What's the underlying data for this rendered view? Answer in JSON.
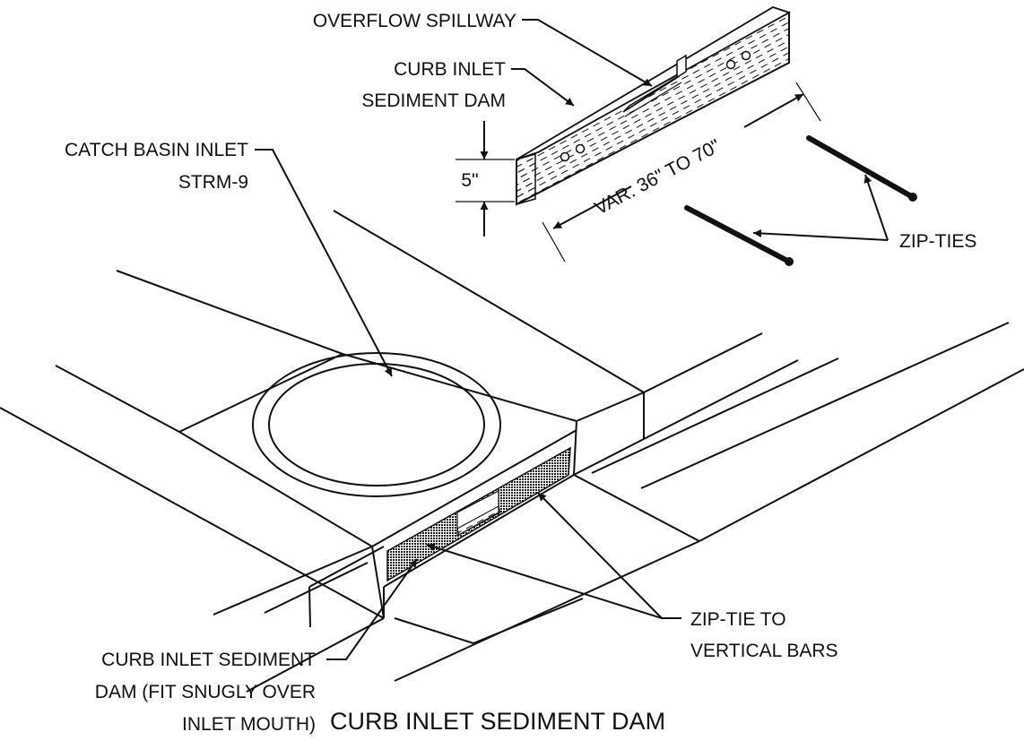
{
  "title": "CURB INLET SEDIMENT DAM",
  "labels": {
    "overflow_spillway": "OVERFLOW SPILLWAY",
    "curb_inlet_dam_line1": "CURB INLET",
    "curb_inlet_dam_line2": "SEDIMENT DAM",
    "catch_basin_line1": "CATCH BASIN INLET",
    "catch_basin_line2": "STRM-9",
    "height_dim": "5\"",
    "length_dim": "VAR. 36\" TO 70\"",
    "zip_ties": "ZIP-TIES",
    "zip_tie_bars_line1": "ZIP-TIE TO",
    "zip_tie_bars_line2": "VERTICAL BARS",
    "fit_line1": "CURB INLET SEDIMENT",
    "fit_line2": "DAM (FIT SNUGLY OVER",
    "fit_line3": "INLET MOUTH)"
  },
  "colors": {
    "line": "#111111",
    "background": "#ffffff"
  }
}
